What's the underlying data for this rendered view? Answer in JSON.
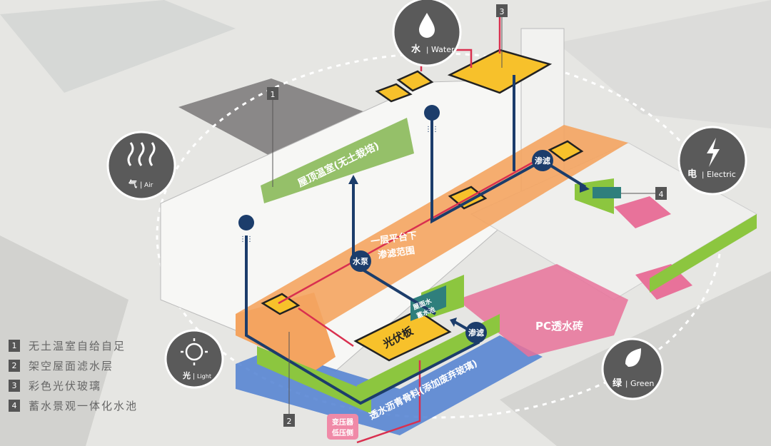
{
  "icons": {
    "water": {
      "cn": "水",
      "en": "Water"
    },
    "air": {
      "cn": "气",
      "en": "Air"
    },
    "electric": {
      "cn": "电",
      "en": "Electric"
    },
    "light": {
      "cn": "光",
      "en": "Light"
    },
    "green": {
      "cn": "绿",
      "en": "Green"
    }
  },
  "markers": [
    "1",
    "2",
    "3",
    "4"
  ],
  "legend": [
    {
      "num": "1",
      "text": "无土温室自给自足"
    },
    {
      "num": "2",
      "text": "架空屋面滤水层"
    },
    {
      "num": "3",
      "text": "彩色光伏玻璃"
    },
    {
      "num": "4",
      "text": "蓄水景观一体化水池"
    }
  ],
  "labels": {
    "greenhouse": "屋顶温室(无土栽培)",
    "platform_line1": "一层平台下",
    "platform_line2": "渗滤范围",
    "pump": "水泵",
    "filter_a": "渗滤",
    "filter_b": "渗滤",
    "pv": "光伏板",
    "tank_line1": "屋面水",
    "tank_line2": "蓄水池",
    "asphalt": "透水沥青骨料(添加废弃玻璃)",
    "pc_brick": "PC透水砖",
    "transformer_line1": "变压器",
    "transformer_line2": "低压侧"
  },
  "colors": {
    "orange": "#f4a460",
    "yellow": "#f7c12b",
    "green": "#8cc63f",
    "navy": "#1c3d6b",
    "red": "#d9304f",
    "pink": "#e8729a",
    "blue": "#4f7fd1",
    "icon_bg": "#5a5a5a"
  }
}
